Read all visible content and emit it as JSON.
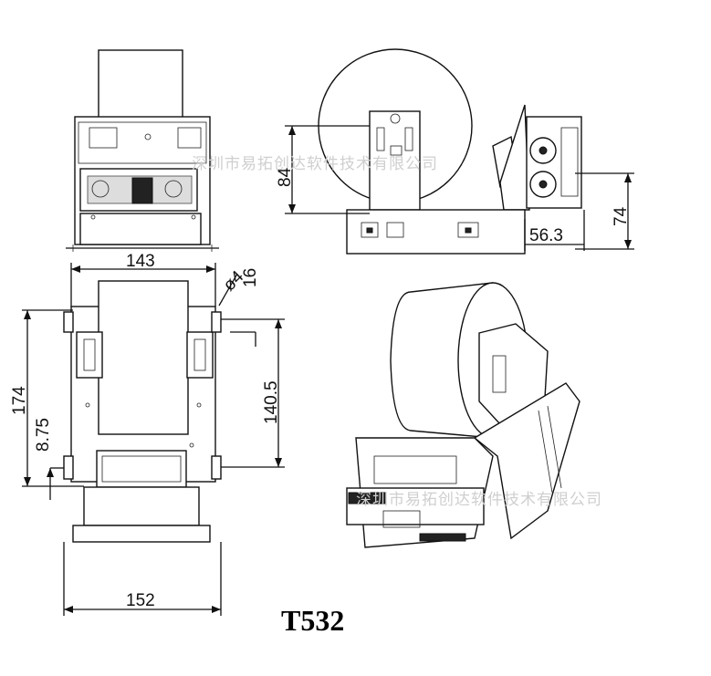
{
  "figure": {
    "model_label": "T532",
    "watermark_text": "深圳市易拓创达软件技术有限公司",
    "dimensions": {
      "top_width": "143",
      "bottom_width": "152",
      "height_174": "174",
      "height_8_75": "8.75",
      "height_140_5": "140.5",
      "hole_dia": "ø4",
      "offset_16": "16",
      "side_84": "84",
      "side_74": "74",
      "side_56_3": "56.3"
    }
  }
}
